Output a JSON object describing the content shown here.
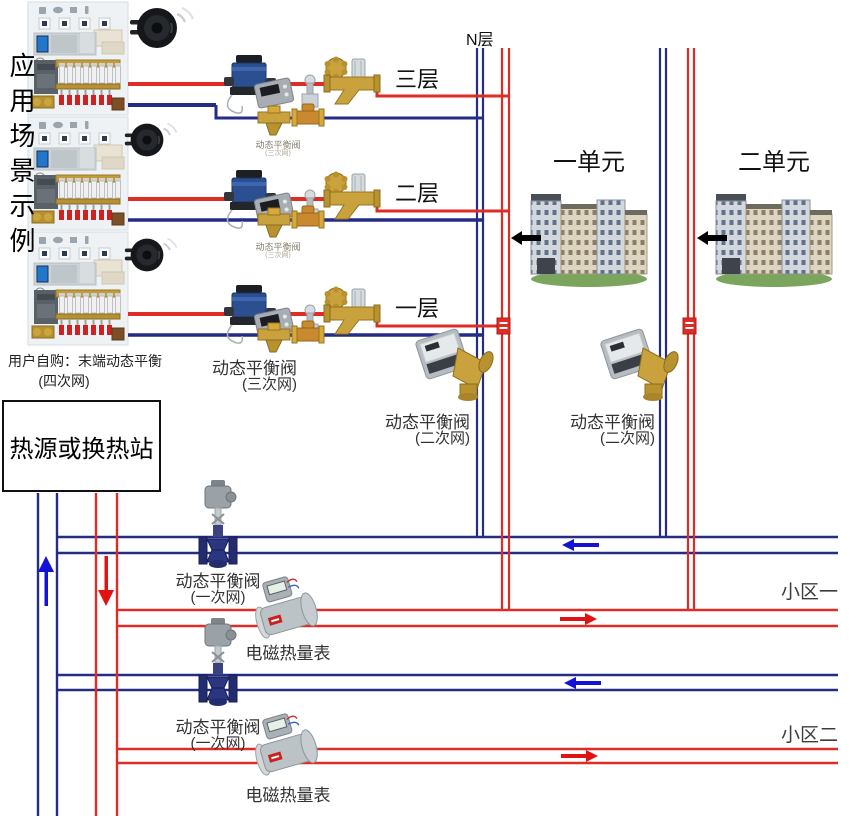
{
  "page": {
    "title_vertical": "应用场景示例"
  },
  "floor_labels": {
    "n": "N层",
    "f3": "三层",
    "f2": "二层",
    "f1": "一层"
  },
  "unit_labels": {
    "u1": "一单元",
    "u2": "二单元"
  },
  "network_labels": {
    "tertiary_name": "动态平衡阀",
    "tertiary_net": "(三次网)",
    "secondary_name": "动态平衡阀",
    "secondary_net": "(二次网)",
    "primary_name": "动态平衡阀",
    "primary_net": "(一次网)",
    "meter": "电磁热量表"
  },
  "notes": {
    "purchase_line1": "用户自购：末端动态平衡",
    "purchase_line2": "(四次网)"
  },
  "heat_source": {
    "label": "热源或换热站"
  },
  "districts": {
    "d1": "小区一",
    "d2": "小区二"
  },
  "colors": {
    "supply_red": "#df2d26",
    "return_navy": "#252c85",
    "flow_blue": "#1313d8",
    "flow_red": "#e01212"
  }
}
